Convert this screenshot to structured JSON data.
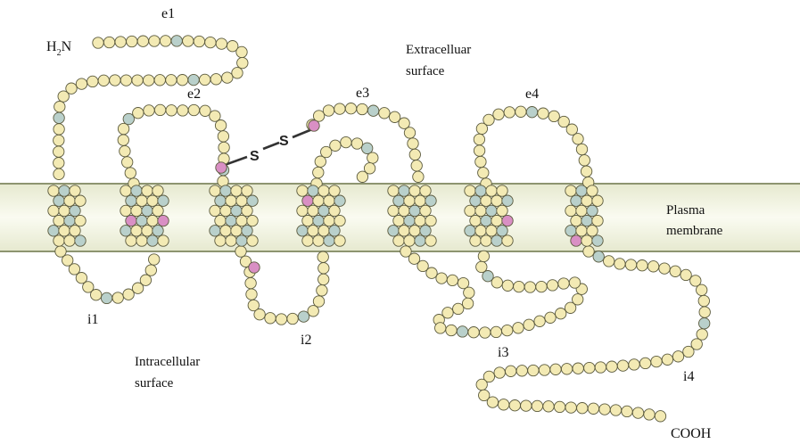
{
  "labels": {
    "n_terminus": "H2N",
    "n_terminus_base": "H",
    "n_terminus_sub": "2",
    "n_terminus_tail": "N",
    "c_terminus": "COOH",
    "extracellular": [
      "Extracelluar",
      "surface"
    ],
    "intracellular": [
      "Intracellular",
      "surface"
    ],
    "membrane": [
      "Plasma",
      "membrane"
    ],
    "disulfide_s1": "S",
    "disulfide_s2": "S",
    "loops": {
      "e1": "e1",
      "e2": "e2",
      "e3": "e3",
      "e4": "e4",
      "i1": "i1",
      "i2": "i2",
      "i3": "i3",
      "i4": "i4"
    }
  },
  "colors": {
    "background": "#ffffff",
    "membrane_fill": "#eef0dd",
    "membrane_mid": "#f8f9ee",
    "membrane_border": "#8d9470",
    "residue": "#f3eab4",
    "residue_alt": "#b9d0cb",
    "residue_cys": "#d98fc4",
    "residue_stroke": "#5b5a3e",
    "bond": "#333333"
  },
  "icons": {
    "residue": "circle-bead",
    "disulfide": "s-s-bridge"
  }
}
